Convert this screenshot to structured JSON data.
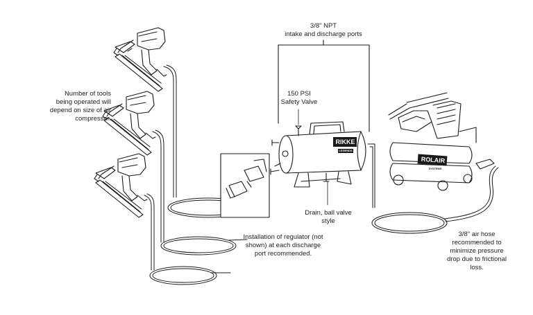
{
  "labels": {
    "ports": [
      "3/8\" NPT",
      "intake and discharge ports"
    ],
    "tools": [
      "Number of tools",
      "being operated will",
      "depend on size of air",
      "compressor."
    ],
    "safety_valve": [
      "150 PSI",
      "Safety Valve"
    ],
    "drain": [
      "Drain, ball valve",
      "style"
    ],
    "regulator": [
      "Installation of regulator (not",
      "shown) at each discharge",
      "port recommended."
    ],
    "hose": [
      "3/8\" air hose",
      "recommended to",
      "minimize pressure",
      "drop due to frictional",
      "loss."
    ]
  },
  "tank_brand": {
    "name": "RIKKE",
    "badge": "LEGENDS"
  },
  "compressor_brand": {
    "name": "ROLAIR",
    "sub": "SYSTEMS"
  },
  "colors": {
    "line": "#1a1a1a",
    "text": "#222222",
    "background": "#ffffff"
  }
}
